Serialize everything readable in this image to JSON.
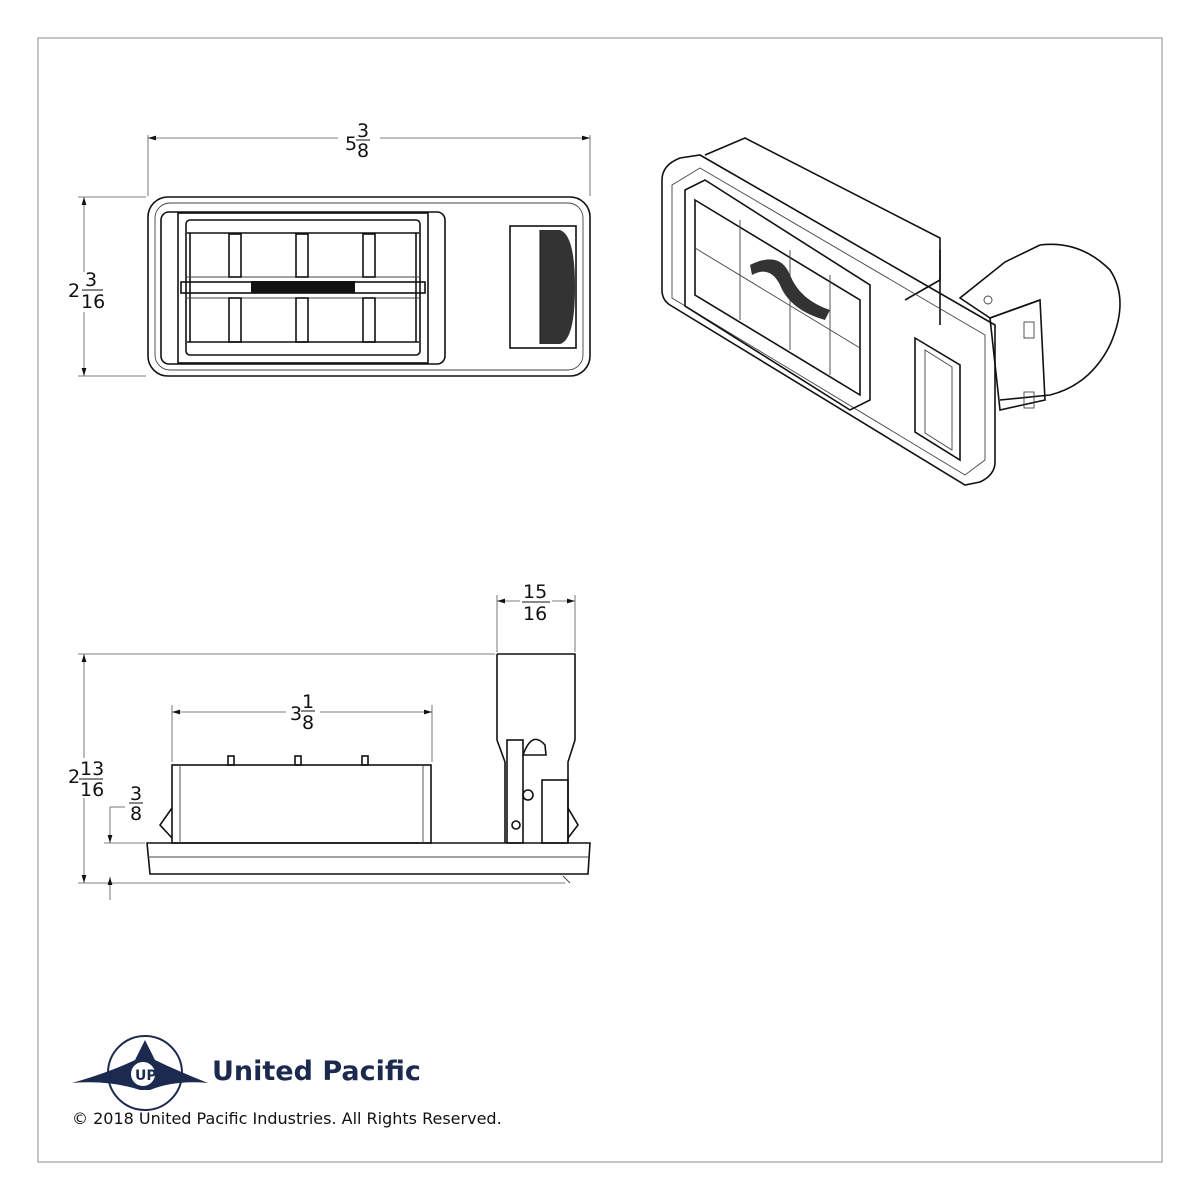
{
  "drawing": {
    "top_view": {
      "width_dim": {
        "whole": "5",
        "num": "3",
        "den": "8"
      },
      "height_dim": {
        "whole": "2",
        "num": "3",
        "den": "16"
      }
    },
    "side_view": {
      "depth_dim": {
        "whole": "",
        "num": "15",
        "den": "16"
      },
      "body_width_dim": {
        "whole": "3",
        "num": "1",
        "den": "8"
      },
      "total_height_dim": {
        "whole": "2",
        "num": "13",
        "den": "16"
      },
      "flange_dim": {
        "whole": "",
        "num": "3",
        "den": "8"
      }
    }
  },
  "footer": {
    "brand": "United Pacific",
    "logo_letters": "UP",
    "copyright": "© 2018 United Pacific Industries. All Rights Reserved.",
    "brand_color": "#1b2a4e"
  }
}
